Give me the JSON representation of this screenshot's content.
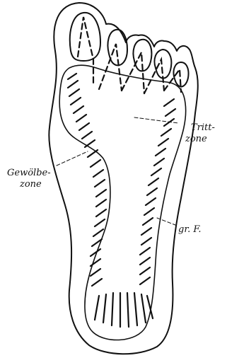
{
  "figure": {
    "labels": {
      "tread_zone_line1": "Tritt-",
      "tread_zone_line2": "zone",
      "arch_zone_line1": "Gewölbe-",
      "arch_zone_line2": "zone",
      "fascia": "gr. F."
    },
    "colors": {
      "ink": "#111111",
      "paper": "#ffffff"
    }
  }
}
